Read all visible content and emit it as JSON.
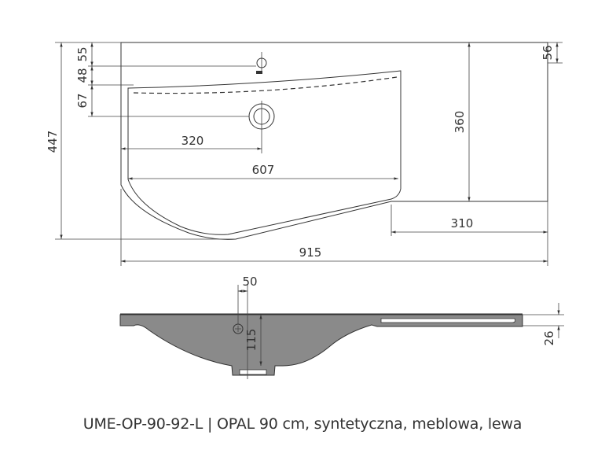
{
  "caption": "UME-OP-90-92-L | OPAL 90 cm, syntetyczna, meblowa, lewa",
  "top_view": {
    "dimensions": {
      "overall_depth": "447",
      "tap_hole_from_back": "55",
      "tap_to_bowl_edge": "48",
      "bowl_edge_to_drain": "67",
      "drain_from_left": "320",
      "bowl_width": "607",
      "bowl_depth_right": "360",
      "right_shelf_back": "56",
      "right_shelf_width": "310",
      "overall_width": "915"
    }
  },
  "side_view": {
    "dimensions": {
      "drain_offset": "50",
      "bowl_depth": "115",
      "rim_thickness": "26"
    }
  }
}
